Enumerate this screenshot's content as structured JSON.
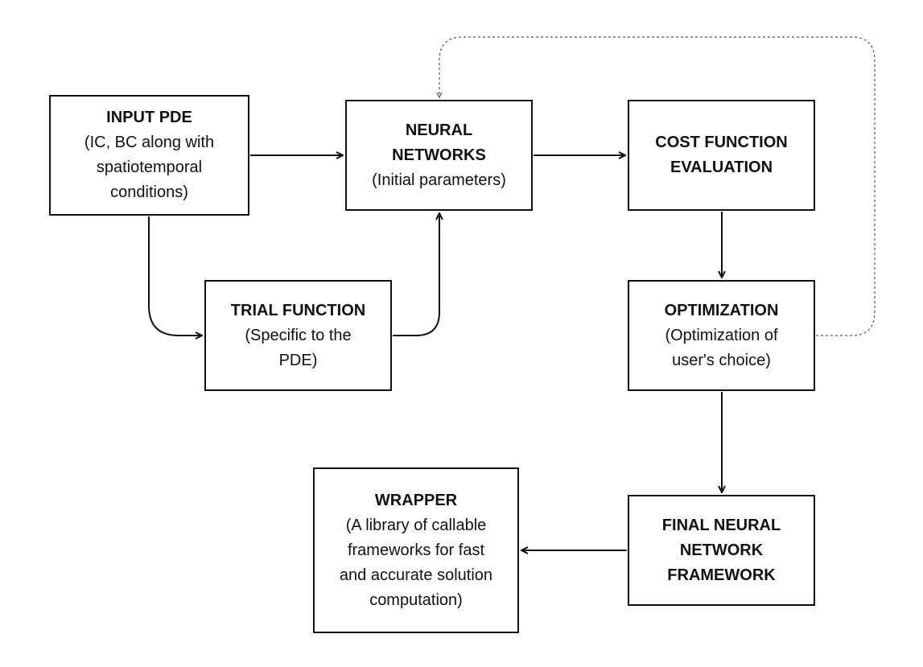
{
  "nodes": {
    "input_pde": {
      "title": "INPUT PDE",
      "desc": [
        "(IC, BC along with",
        "spatiotemporal",
        "conditions)"
      ]
    },
    "neural_networks": {
      "title": [
        "NEURAL",
        "NETWORKS"
      ],
      "desc": [
        "(Initial parameters)"
      ]
    },
    "cost_function": {
      "title": [
        "COST FUNCTION",
        "EVALUATION"
      ]
    },
    "trial_function": {
      "title": "TRIAL FUNCTION",
      "desc": [
        "(Specific to the",
        "PDE)"
      ]
    },
    "optimization": {
      "title": "OPTIMIZATION",
      "desc": [
        "(Optimization of",
        "user's choice)"
      ]
    },
    "final_network": {
      "title": [
        "FINAL NEURAL",
        "NETWORK",
        "FRAMEWORK"
      ]
    },
    "wrapper": {
      "title": "WRAPPER",
      "desc": [
        "(A library of callable",
        "frameworks for fast",
        "and accurate solution",
        "computation)"
      ]
    }
  },
  "edges": [
    {
      "from": "input_pde",
      "to": "neural_networks",
      "style": "solid"
    },
    {
      "from": "input_pde",
      "to": "trial_function",
      "style": "solid"
    },
    {
      "from": "trial_function",
      "to": "neural_networks",
      "style": "solid"
    },
    {
      "from": "neural_networks",
      "to": "cost_function",
      "style": "solid"
    },
    {
      "from": "cost_function",
      "to": "optimization",
      "style": "solid"
    },
    {
      "from": "optimization",
      "to": "neural_networks",
      "style": "dashed"
    },
    {
      "from": "optimization",
      "to": "final_network",
      "style": "solid"
    },
    {
      "from": "final_network",
      "to": "wrapper",
      "style": "solid"
    }
  ],
  "colors": {
    "line": "#111111",
    "dashed_line": "#555555",
    "background": "#ffffff"
  }
}
